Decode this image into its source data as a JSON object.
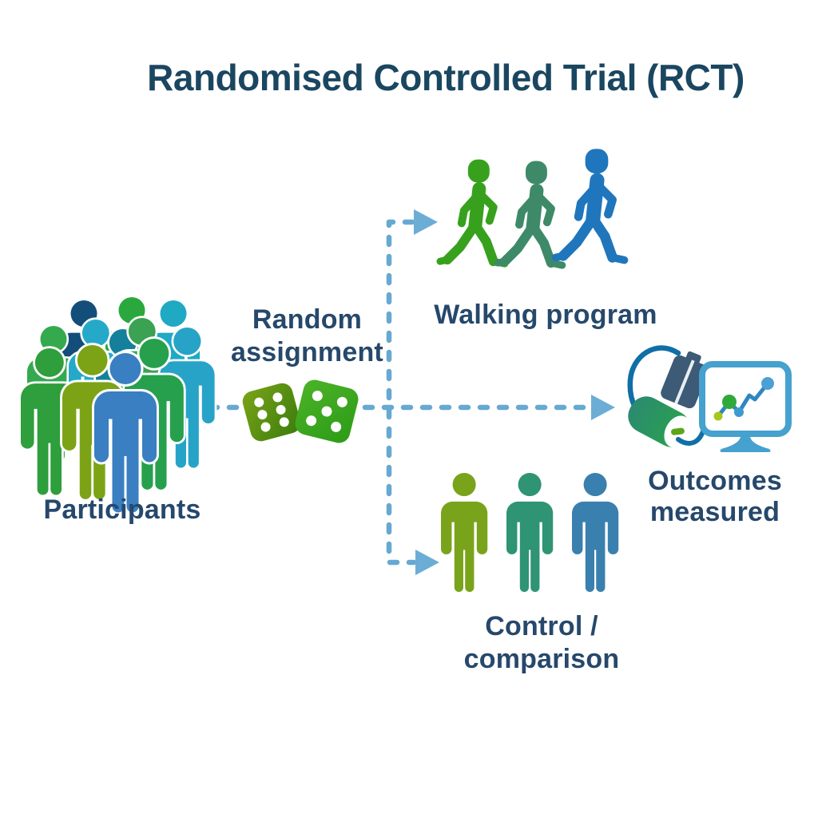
{
  "title": "Randomised Controlled Trial (RCT)",
  "participants": {
    "label": "Participants",
    "icon": "crowd-icon"
  },
  "random_assignment": {
    "line1": "Random",
    "line2": "assignment",
    "icon": "dice-icon"
  },
  "walking_program": {
    "label": "Walking program",
    "icon": "walking-people-icon"
  },
  "control_group": {
    "line1": "Control /",
    "line2": "comparison",
    "icon": "standing-people-icon"
  },
  "outcomes": {
    "line1": "Outcomes",
    "line2": "measured",
    "icons": [
      "blood-pressure-cuff-icon",
      "monitor-chart-icon"
    ]
  },
  "arrows": {
    "style": "dashed",
    "from": "random_assignment",
    "to": [
      "walking_program",
      "outcomes",
      "control_group"
    ]
  },
  "colors": {
    "background": "#ffffff",
    "title_text": "#1a4660",
    "label_text": "#26486b",
    "arrow": "#66a9d2",
    "arrowhead": "#6cadd6",
    "dice_olive_dark": "#6f9b16",
    "dice_olive_deep": "#3a7c0c",
    "dice_green": "#45ad24",
    "dice_green_deep": "#2f9f1e",
    "walker_green": "#37a11d",
    "walker_sage": "#3e8a68",
    "walker_blue": "#2076bc",
    "standing_olive": "#7aa31c",
    "standing_teal": "#2e9474",
    "standing_blue": "#3a80ae",
    "crowd_navy": "#124e79",
    "crowd_green": "#2aa83e",
    "crowd_teal": "#1fa9c2",
    "crowd_light_green": "#35a94e",
    "crowd_dark_teal": "#15809c",
    "crowd_olive": "#7ca315",
    "crowd_blue": "#3a7fc1",
    "monitor_frame": "#45a1ce",
    "chart_line": "#2e86c1",
    "chart_dot_lime": "#a6c71c",
    "chart_dot_green": "#2faa3a",
    "chart_dot_blue": "#4da0d4",
    "bp_cuff": "#3d5a76",
    "bp_tube": "#0f6fa6",
    "bp_cylinder_teal": "#2b8a70",
    "bp_cylinder_green": "#2aa44a"
  }
}
